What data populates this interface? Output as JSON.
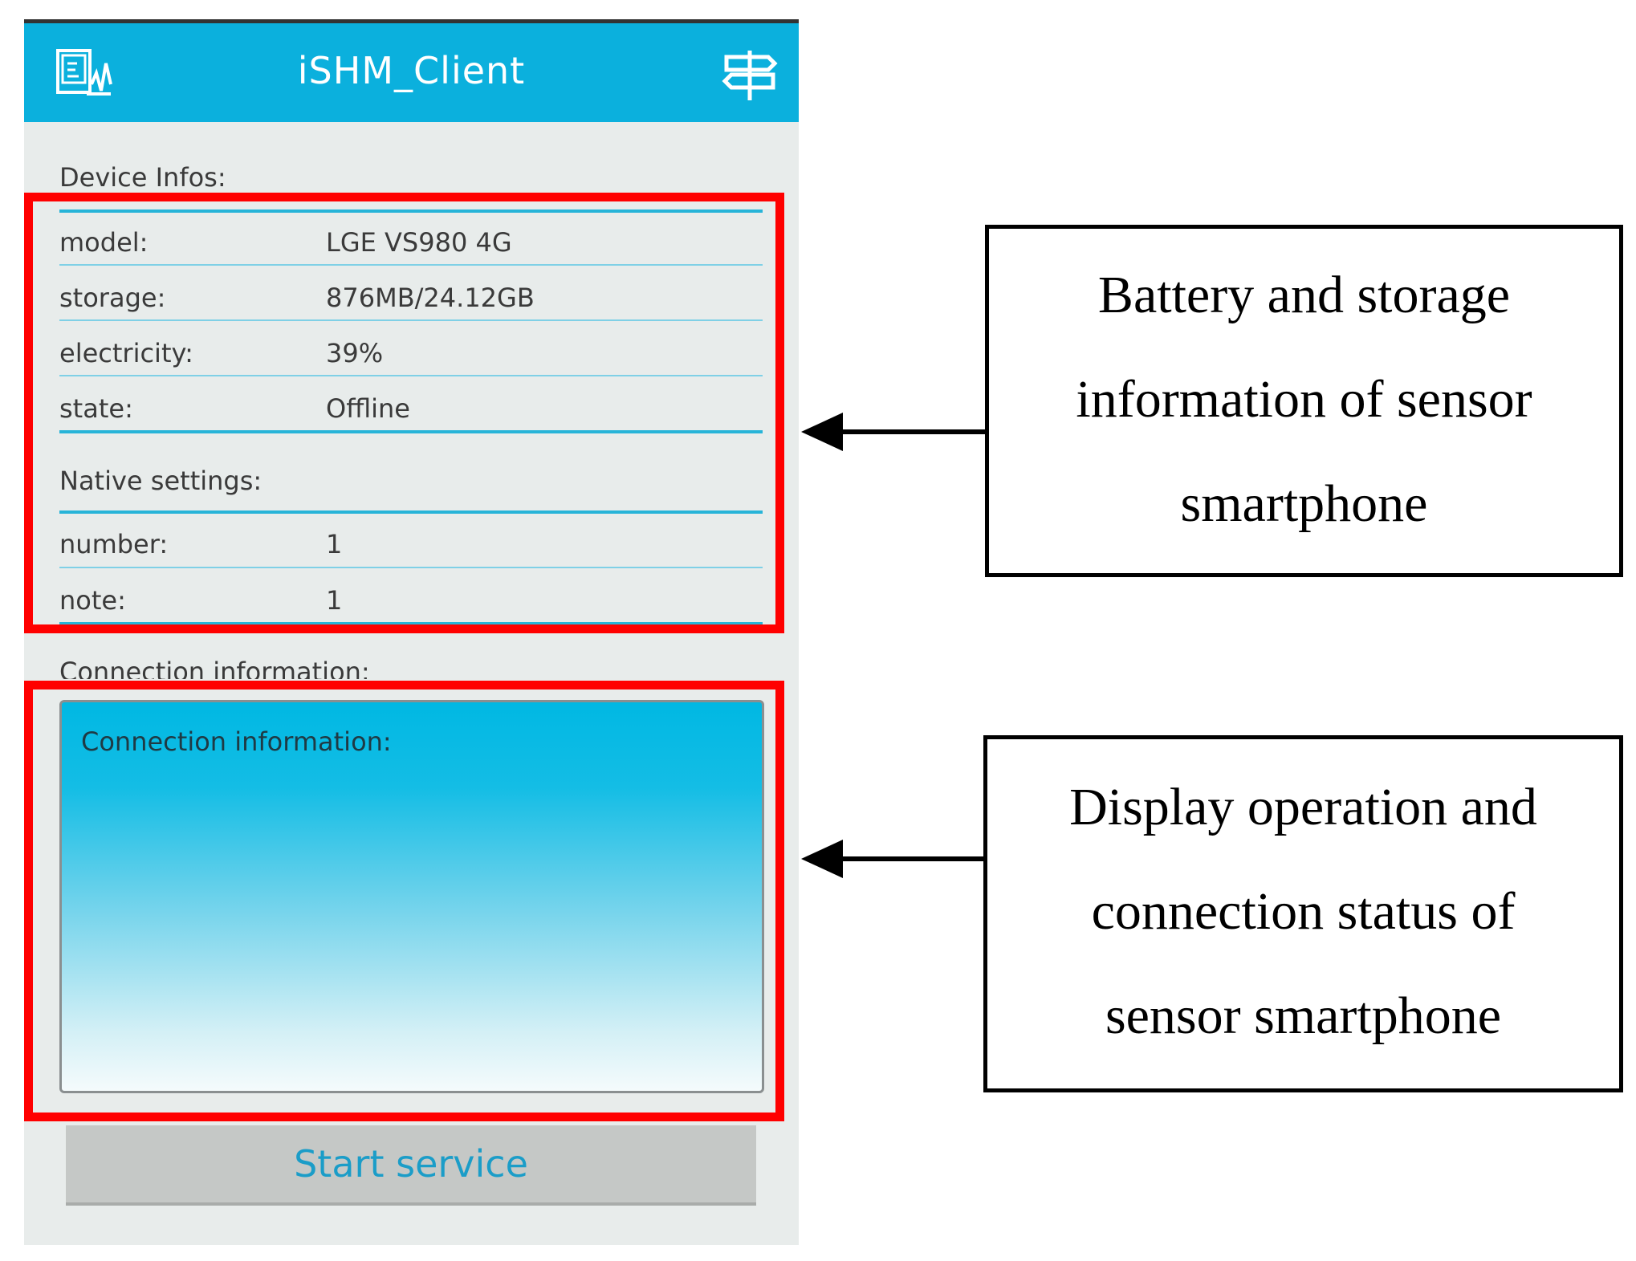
{
  "appbar": {
    "title": "iSHM_Client",
    "left_icon": "phone-sensor-icon",
    "right_icon": "signpost-icon"
  },
  "device_infos": {
    "heading": "Device Infos:",
    "rows": [
      {
        "key": "model:",
        "value": "LGE  VS980 4G"
      },
      {
        "key": "storage:",
        "value": "876MB/24.12GB"
      },
      {
        "key": "electricity:",
        "value": "39%"
      },
      {
        "key": "state:",
        "value": "Offline"
      }
    ]
  },
  "native_settings": {
    "heading": "Native settings:",
    "rows": [
      {
        "key": "number:",
        "value": "1"
      },
      {
        "key": "note:",
        "value": "1"
      }
    ]
  },
  "connection": {
    "heading": "Connection information:",
    "box_text": "Connection information:"
  },
  "start_button": {
    "label": "Start service"
  },
  "annotations": [
    {
      "lines": [
        "Battery and storage",
        "information of sensor",
        "smartphone"
      ]
    },
    {
      "lines": [
        "Display operation and",
        "connection status of",
        "sensor smartphone"
      ]
    }
  ],
  "colors": {
    "appbar": "#0bb0dd",
    "highlight": "#ff0000",
    "button_text": "#1b9dc8"
  }
}
